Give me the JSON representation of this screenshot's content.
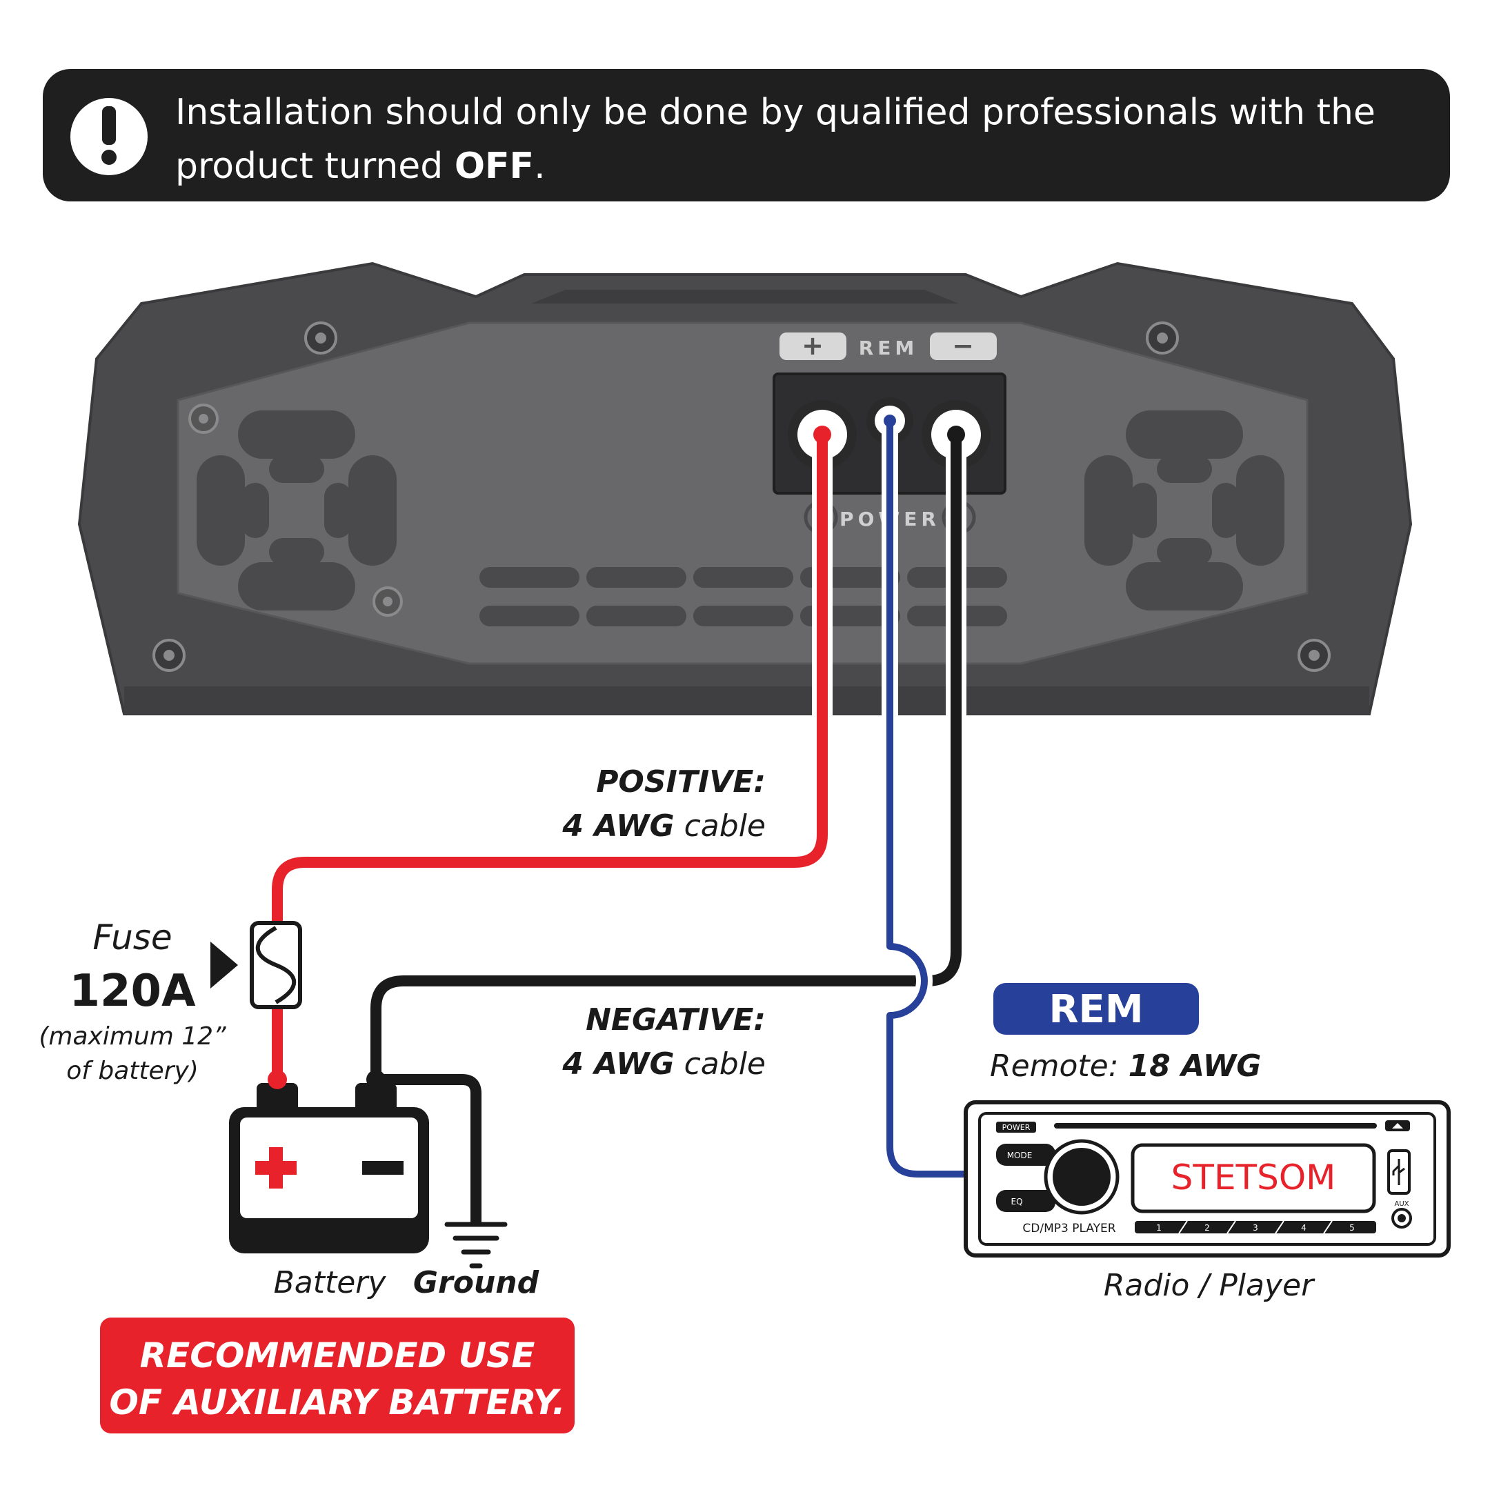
{
  "warning": {
    "line1": "Installation should only be done by qualified professionals with the",
    "line2_prefix": "product turned ",
    "line2_bold": "OFF",
    "line2_suffix": "."
  },
  "amplifier": {
    "terminal_plus": "+",
    "terminal_rem": "REM",
    "terminal_minus": "−",
    "power_label": "POWER"
  },
  "wires": {
    "positive_title": "POSITIVE:",
    "positive_bold": "4 AWG",
    "positive_rest": " cable",
    "negative_title": "NEGATIVE:",
    "negative_bold": "4 AWG",
    "negative_rest": " cable",
    "rem_badge": "REM",
    "remote_prefix": "Remote: ",
    "remote_bold": "18 AWG"
  },
  "fuse": {
    "label": "Fuse",
    "rating": "120A",
    "note_line1": "(maximum 12”",
    "note_line2": "of battery)"
  },
  "battery": {
    "label": "Battery",
    "ground_label": "Ground"
  },
  "radio": {
    "label": "Radio / Player",
    "power_btn": "POWER",
    "mode_btn": "MODE",
    "eq_btn": "EQ",
    "display": "STETSOM",
    "model": "CD/MP3 PLAYER",
    "aux": "AUX",
    "presets": [
      "1",
      "2",
      "3",
      "4",
      "5"
    ]
  },
  "banner": {
    "line1": "RECOMMENDED USE",
    "line2": "OF AUXILIARY BATTERY."
  },
  "colors": {
    "positive": "#e8222a",
    "remote": "#27409a",
    "negative": "#1a1a1a",
    "amp_body": "#4a4a4c",
    "banner": "#e8222a",
    "warning_bg": "#1f1f1f"
  }
}
